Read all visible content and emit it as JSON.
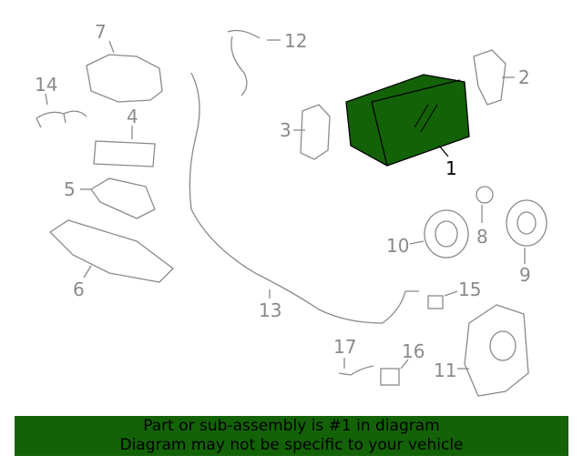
{
  "diagram": {
    "callouts": [
      "1",
      "2",
      "3",
      "4",
      "5",
      "6",
      "7",
      "8",
      "9",
      "10",
      "11",
      "12",
      "13",
      "14",
      "15",
      "16",
      "17"
    ],
    "highlight_color": "#136207",
    "part_color": "#8a8a8a"
  },
  "banner": {
    "line1": "Part or sub-assembly is #1 in diagram",
    "line2": "Diagram may not be specific to your vehicle",
    "color": "#136207"
  }
}
